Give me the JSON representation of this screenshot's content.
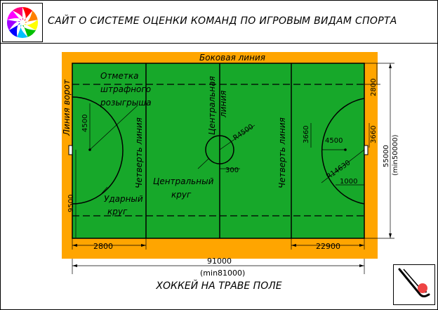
{
  "header": {
    "title": "САЙТ О СИСТЕМЕ ОЦЕНКИ КОМАНД ПО ИГРОВЫМ ВИДАМ СПОРТА"
  },
  "logo": {
    "icon": "color-wheel-icon",
    "colors": [
      "#ff0000",
      "#ff8000",
      "#ffff00",
      "#00c000",
      "#00c0ff",
      "#0000ff",
      "#a000ff",
      "#ff00ff",
      "#ff0080"
    ]
  },
  "field": {
    "surround_color": "#ffa500",
    "pitch_color": "#17a82a",
    "labels": {
      "sideline": "Боковая линия",
      "goal_line": "Линия ворот",
      "penalty_mark": [
        "Отметка",
        "штрафного",
        "розыгрыша"
      ],
      "quarter_line_left": "Четверть линия",
      "quarter_line_right": "Четверть линия",
      "center_line": [
        "Центральная",
        "линия"
      ],
      "center_circle": [
        "Центральный",
        "круг"
      ],
      "shooting_circle": [
        "Ударный",
        "круг"
      ]
    },
    "dimensions": {
      "left_4500": "4500",
      "left_9500": "9500",
      "bottom_left_2800": "2800",
      "bottom_right_22900": "22900",
      "r4500": "R4500",
      "d300": "300",
      "r3660_a": "3660",
      "r4500_b": "4500",
      "r3660_b": "3660",
      "r14630": "R14630",
      "d1000": "1000",
      "top_right_2800": "2800",
      "width_55000": "55000",
      "width_min": "(min50000)",
      "length_91000": "91000",
      "length_min": "(min81000)"
    }
  },
  "caption": "ХОККЕЙ НА ТРАВЕ ПОЛЕ",
  "hockey_logo": {
    "icon": "hockey-stick-ball-icon",
    "ball_color": "#ee4444"
  }
}
